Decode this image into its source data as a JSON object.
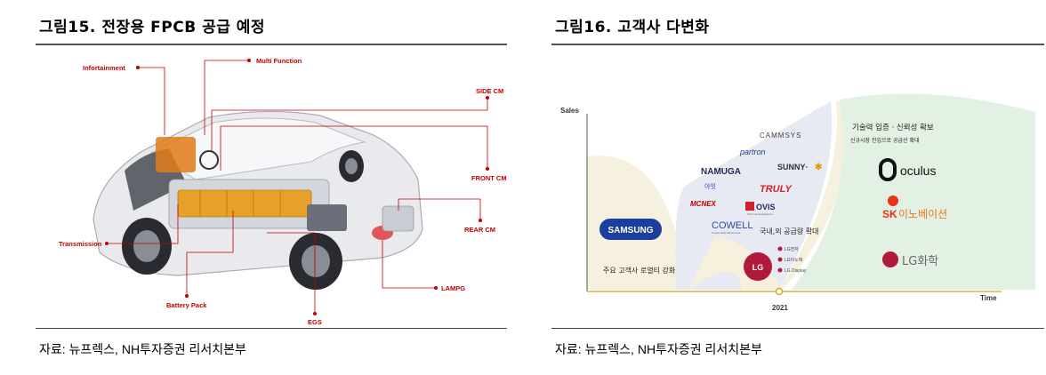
{
  "left": {
    "title": "그림15. 전장용 FPCB 공급 예정",
    "source": "자료: 뉴프렉스, NH투자증권 리서치본부",
    "labels": {
      "infotainment": "Infortainment",
      "multi_function": "Multi Function",
      "side_cm": "SIDE CM",
      "front_cm": "FRONT CM",
      "rear_cm": "REAR CM",
      "transmission": "Transmission",
      "battery_pack": "Battery Pack",
      "egs": "EGS",
      "lampg": "LAMPG"
    },
    "accent_color": "#c00000"
  },
  "right": {
    "title": "그림16. 고객사 다변화",
    "source": "자료: 뉴프렉스, NH투자증권 리서치본부",
    "axis": {
      "y": "Sales",
      "x": "Time",
      "year": "2021"
    },
    "zone1": {
      "brand": "SAMSUNG",
      "caption": "주요 고객사 로열티 강화"
    },
    "zone2": {
      "caption": "국내,외 공급량 확대",
      "brands": [
        "CAMMSYS",
        "partron",
        "NAMUGA",
        "SUNNY·",
        "TRULY",
        "OVIS",
        "MCNEX",
        "COWELL"
      ],
      "ovis_sub": "Total Visual Appliance",
      "cowell_sub": "Cowell Optic Electronics",
      "ahn_label": "아잇",
      "lg_label": "LG",
      "lg_subs": [
        "LG전자",
        "LG이노텍",
        "LG Display"
      ]
    },
    "zone3": {
      "caption1": "기술력 입증 · 신뢰성 확보",
      "caption2": "신규시장 진입으로 공급선 확대",
      "brands": [
        "oculus",
        "이노베이션",
        "LG화학"
      ],
      "sk": "SK"
    },
    "colors": {
      "zone1": "#f6f1de",
      "zone2": "#e7eaf3",
      "zone3": "#e3f1e4",
      "accent": "#d8a320"
    }
  }
}
